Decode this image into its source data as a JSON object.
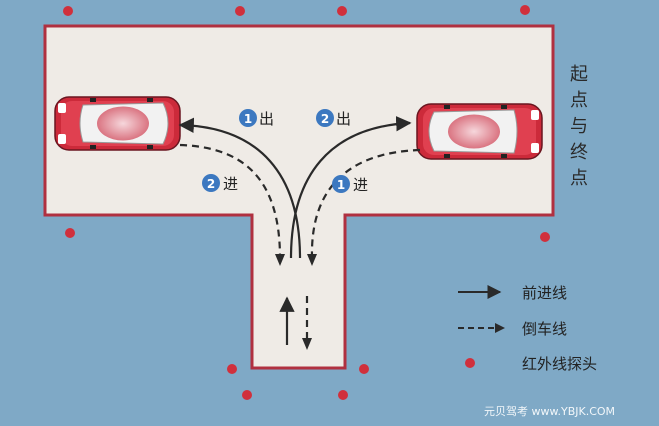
{
  "diagram": {
    "side_label": [
      "起",
      "点",
      "与",
      "终",
      "点"
    ],
    "paths": [
      {
        "num": "1",
        "text": "出"
      },
      {
        "num": "2",
        "text": "出"
      },
      {
        "num": "2",
        "text": "进"
      },
      {
        "num": "1",
        "text": "进"
      }
    ],
    "legend": [
      {
        "label": "前进线",
        "style": "solid-arrow"
      },
      {
        "label": "倒车线",
        "style": "dashed-arrow"
      },
      {
        "label": "红外线探头",
        "style": "red-dot"
      }
    ],
    "watermark": "元贝驾考 www.YBJK.COM"
  },
  "colors": {
    "background": "#7fa9c6",
    "ground": "#efebe6",
    "border": "#b03040",
    "car_body": "#cc2a3a",
    "sensor": "#d0303c",
    "badge": "#3c78c0",
    "line": "#2a2a2a"
  }
}
